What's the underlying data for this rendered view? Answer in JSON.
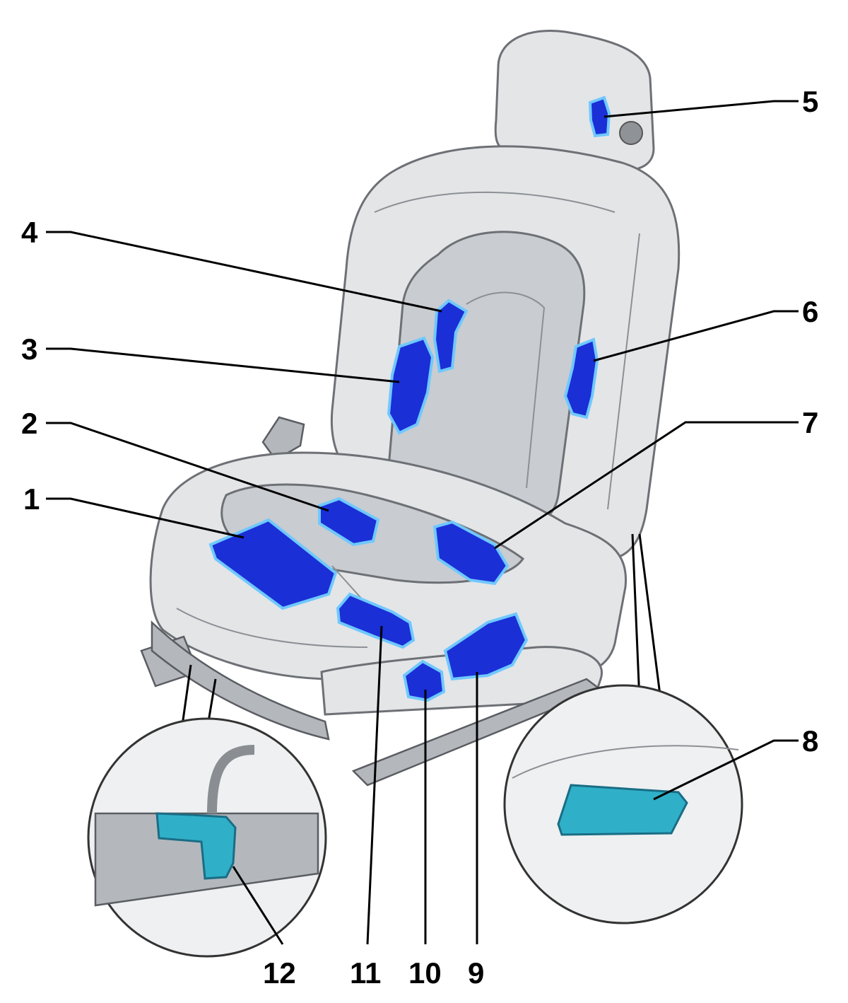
{
  "labels": {
    "l1": "1",
    "l2": "2",
    "l3": "3",
    "l4": "4",
    "l5": "5",
    "l6": "6",
    "l7": "7",
    "l8": "8",
    "l9": "9",
    "l10": "10",
    "l11": "11",
    "l12": "12"
  },
  "colors": {
    "component": "#1a2fd6",
    "component_glow": "#6fc8ff",
    "detail_component": "#2fb0c8"
  }
}
